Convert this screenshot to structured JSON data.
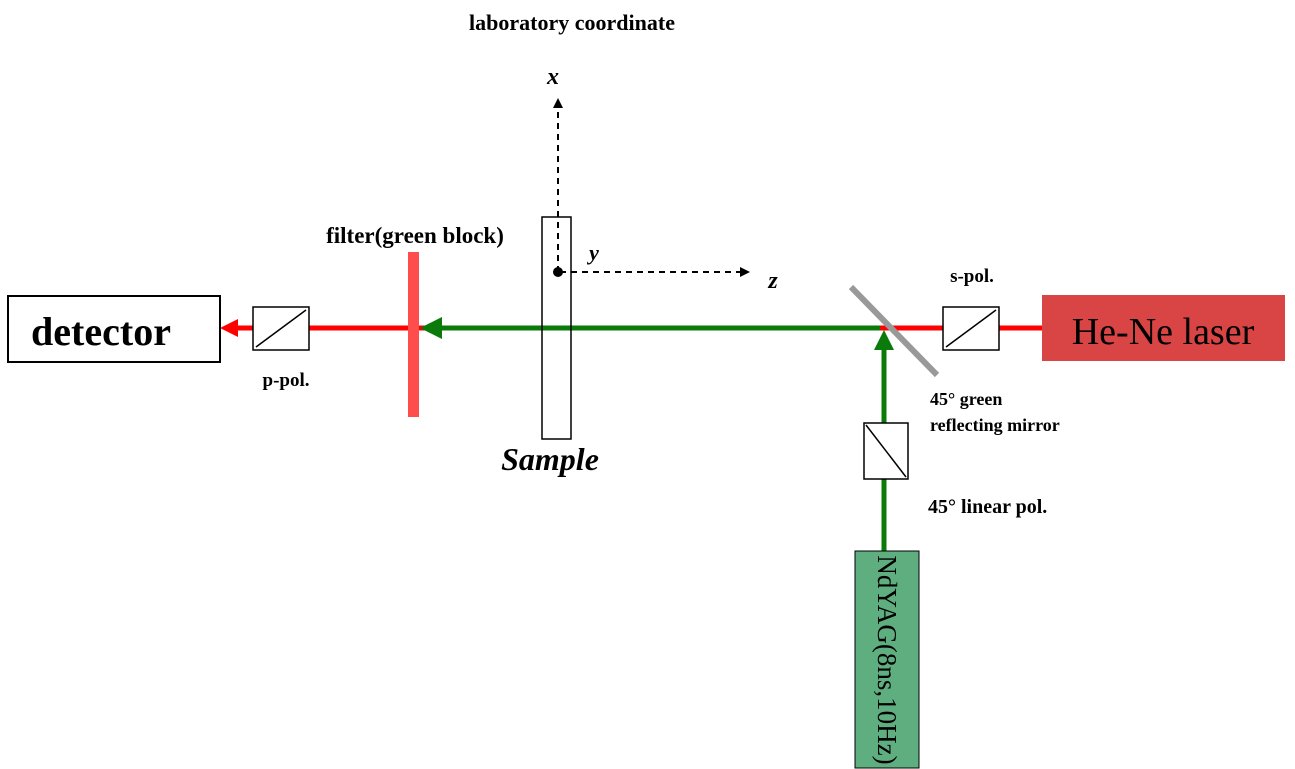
{
  "title": "laboratory coordinate",
  "axes": {
    "x_label": "x",
    "y_label": "y",
    "z_label": "z"
  },
  "components": {
    "detector": "detector",
    "he_ne_laser": "He-Ne laser",
    "nd_yag_laser": "NdYAG(8ns,10Hz)",
    "sample": "Sample",
    "filter": "filter(green block)",
    "p_polarizer": "p-pol.",
    "s_polarizer": "s-pol.",
    "mirror_line1": "45° green",
    "mirror_line2": "reflecting mirror",
    "linear_polarizer": "45° linear pol."
  },
  "colors": {
    "red_beam": "#ff0000",
    "green_beam": "#0a7a0a",
    "he_ne_fill": "#d94444",
    "nd_yag_fill": "#5fae80",
    "filter_fill": "#ff4d4d",
    "mirror": "#999999"
  }
}
